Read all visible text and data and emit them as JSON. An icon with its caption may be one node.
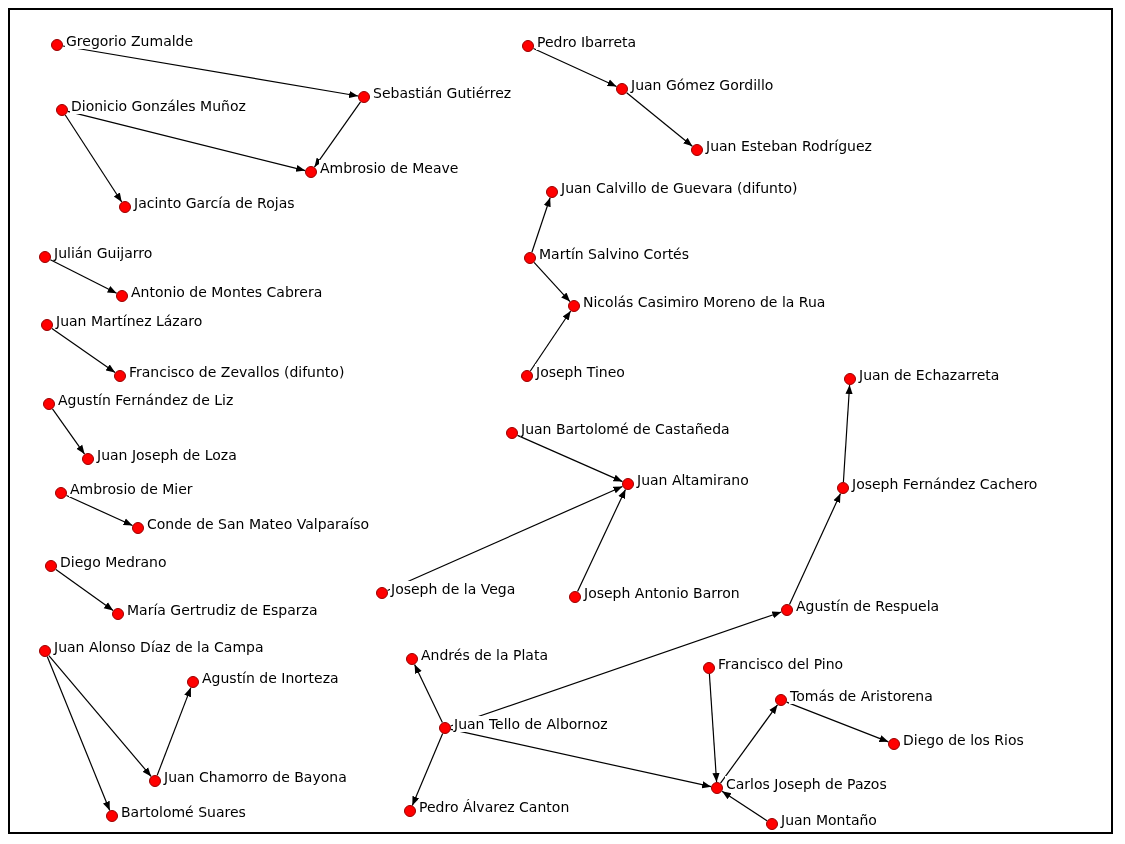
{
  "diagram": {
    "nodes": [
      {
        "text": [
          "Gregorio Zumalde"
        ]
      },
      {
        "text": [
          "Sebastián Gutiérrez"
        ]
      },
      {
        "text": [
          "Dionicio Gonzáles Muñoz"
        ]
      },
      {
        "text": [
          "Ambrosio de Meave"
        ]
      },
      {
        "text": [
          "Jacinto García de Rojas"
        ]
      },
      {
        "text": [
          "Julián Guijarro"
        ]
      },
      {
        "text": [
          "Antonio de Montes Cabrera"
        ]
      },
      {
        "text": [
          "Juan Martínez Lázaro"
        ]
      },
      {
        "text": [
          "Francisco de Zevallos (difunto)"
        ]
      },
      {
        "text": [
          "Agustín Fernández de Liz"
        ]
      },
      {
        "text": [
          "Juan Joseph de Loza"
        ]
      },
      {
        "text": [
          "Ambrosio de Mier"
        ]
      },
      {
        "text": [
          "Conde de San Mateo Valparaíso"
        ]
      },
      {
        "text": [
          "Diego Medrano"
        ]
      },
      {
        "text": [
          "María Gertrudiz de Esparza"
        ]
      },
      {
        "text": [
          "Juan Alonso Díaz de la Campa"
        ]
      },
      {
        "text": [
          "Agustín de Inorteza"
        ]
      },
      {
        "text": [
          "Juan Chamorro de Bayona"
        ]
      },
      {
        "text": [
          "Bartolomé Suares"
        ]
      },
      {
        "text": [
          "Pedro Ibarreta"
        ]
      },
      {
        "text": [
          "Juan Gómez Gordillo"
        ]
      },
      {
        "text": [
          "Juan Esteban Rodríguez"
        ]
      },
      {
        "text": [
          "Juan Calvillo de Guevara (difunto)"
        ]
      },
      {
        "text": [
          "Martín Salvino Cortés"
        ]
      },
      {
        "text": [
          "Nicolás Casimiro Moreno de la Rua"
        ]
      },
      {
        "text": [
          "Joseph Tineo"
        ]
      },
      {
        "text": [
          "Juan de Echazarreta"
        ]
      },
      {
        "text": [
          "Juan Bartolomé de Castañeda"
        ]
      },
      {
        "text": [
          "Juan Altamirano"
        ]
      },
      {
        "text": [
          "Joseph Fernández Cachero"
        ]
      },
      {
        "text": [
          "Joseph de la Vega"
        ]
      },
      {
        "text": [
          "Joseph Antonio Barron"
        ]
      },
      {
        "text": [
          "Agustín de Respuela"
        ]
      },
      {
        "text": [
          "Andrés de la Plata"
        ]
      },
      {
        "text": [
          "Francisco del Pino"
        ]
      },
      {
        "text": [
          "Tomás de Aristorena"
        ]
      },
      {
        "text": [
          "Juan Tello de Albornoz"
        ]
      },
      {
        "text": [
          "Diego de los Rios"
        ]
      },
      {
        "text": [
          "Carlos Joseph de Pazos"
        ]
      },
      {
        "text": [
          "Pedro Álvarez Canton"
        ]
      },
      {
        "text": [
          "Juan Montaño"
        ]
      }
    ],
    "edges": [
      {
        "from": 0,
        "to": 1,
        "arrow": "to"
      },
      {
        "from": 1,
        "to": 3,
        "arrow": "to"
      },
      {
        "from": 2,
        "to": 3,
        "arrow": "to"
      },
      {
        "from": 2,
        "to": 4,
        "arrow": "to"
      },
      {
        "from": 5,
        "to": 6,
        "arrow": "to"
      },
      {
        "from": 7,
        "to": 8,
        "arrow": "to"
      },
      {
        "from": 9,
        "to": 10,
        "arrow": "to"
      },
      {
        "from": 11,
        "to": 12,
        "arrow": "to"
      },
      {
        "from": 13,
        "to": 14,
        "arrow": "to"
      },
      {
        "from": 15,
        "to": 17,
        "arrow": "to"
      },
      {
        "from": 15,
        "to": 18,
        "arrow": "to"
      },
      {
        "from": 17,
        "to": 16,
        "arrow": "to"
      },
      {
        "from": 19,
        "to": 20,
        "arrow": "to"
      },
      {
        "from": 20,
        "to": 21,
        "arrow": "to"
      },
      {
        "from": 23,
        "to": 22,
        "arrow": "to"
      },
      {
        "from": 23,
        "to": 24,
        "arrow": "to"
      },
      {
        "from": 25,
        "to": 24,
        "arrow": "to"
      },
      {
        "from": 27,
        "to": 28,
        "arrow": "to"
      },
      {
        "from": 30,
        "to": 28,
        "arrow": "to"
      },
      {
        "from": 31,
        "to": 28,
        "arrow": "to"
      },
      {
        "from": 32,
        "to": 29,
        "arrow": "to"
      },
      {
        "from": 29,
        "to": 26,
        "arrow": "to"
      },
      {
        "from": 36,
        "to": 33,
        "arrow": "to"
      },
      {
        "from": 36,
        "to": 39,
        "arrow": "to"
      },
      {
        "from": 36,
        "to": 32,
        "arrow": "to"
      },
      {
        "from": 36,
        "to": 38,
        "arrow": "to"
      },
      {
        "from": 34,
        "to": 38,
        "arrow": "to"
      },
      {
        "from": 38,
        "to": 35,
        "arrow": "to"
      },
      {
        "from": 35,
        "to": 37,
        "arrow": "to"
      },
      {
        "from": 40,
        "to": 38,
        "arrow": "to"
      }
    ]
  }
}
